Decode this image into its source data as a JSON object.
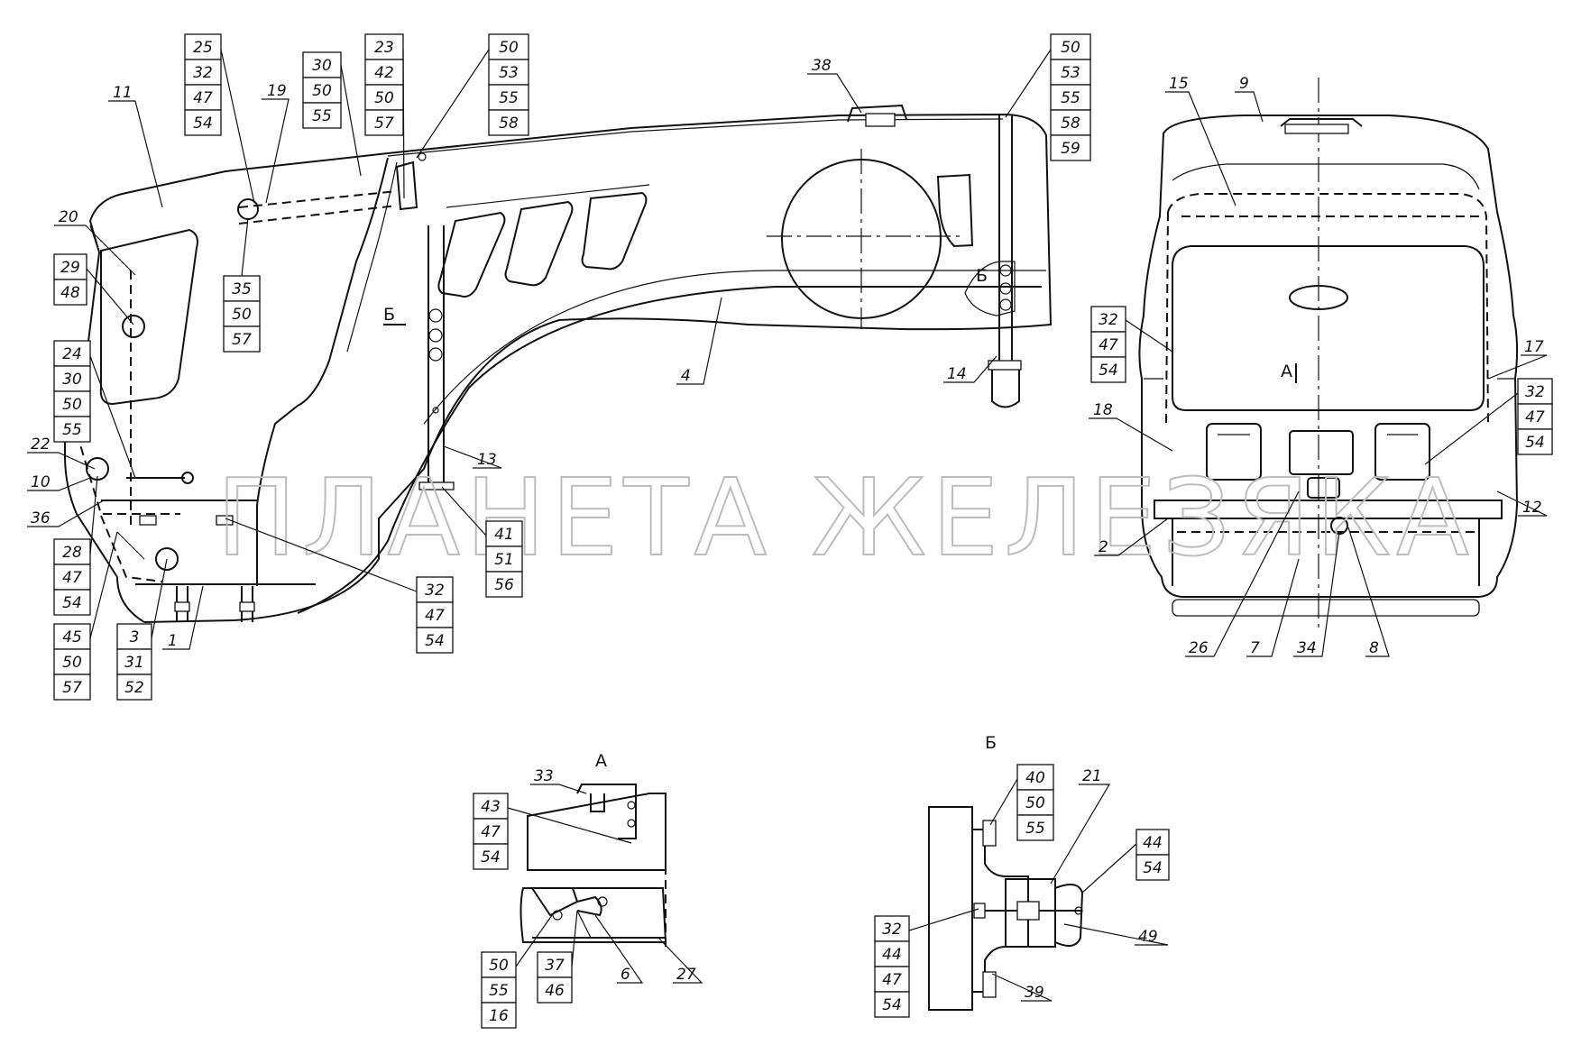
{
  "watermark": "ПЛАНЕТА ЖЕЛЕЗЯКА",
  "views": {
    "detail_a": "А",
    "detail_b": "Б",
    "marker_a": "А",
    "marker_b": "Б"
  },
  "callouts": {
    "c1": [
      "25",
      "32",
      "47",
      "54"
    ],
    "c2": [
      "30",
      "50",
      "55"
    ],
    "c3": [
      "23",
      "42",
      "50",
      "57"
    ],
    "c4": [
      "50",
      "53",
      "55",
      "58"
    ],
    "c5": [
      "50",
      "53",
      "55",
      "58",
      "59"
    ],
    "c6": [
      "35",
      "50",
      "57"
    ],
    "c7": [
      "29",
      "48"
    ],
    "c8": [
      "24",
      "30",
      "50",
      "55"
    ],
    "c9": [
      "28",
      "47",
      "54"
    ],
    "c10": [
      "45",
      "50",
      "57"
    ],
    "c11": [
      "3",
      "31",
      "52"
    ],
    "c12": [
      "32",
      "47",
      "54"
    ],
    "c13": [
      "41",
      "51",
      "56"
    ],
    "c14": [
      "32",
      "47",
      "54"
    ],
    "c15": [
      "32",
      "47",
      "54"
    ],
    "c16": [
      "43",
      "47",
      "54"
    ],
    "c17": [
      "50",
      "55",
      "16"
    ],
    "c18": [
      "37",
      "46"
    ],
    "c19": [
      "40",
      "50",
      "55"
    ],
    "c20": [
      "44",
      "54"
    ],
    "c21": [
      "32",
      "44",
      "47",
      "54"
    ]
  },
  "labels": {
    "l11": "11",
    "l19": "19",
    "l20": "20",
    "l22": "22",
    "l10": "10",
    "l36": "36",
    "l1": "1",
    "l13": "13",
    "l4": "4",
    "l38": "38",
    "l14": "14",
    "l9": "9",
    "l15": "15",
    "l17": "17",
    "l18": "18",
    "l12": "12",
    "l2": "2",
    "l26": "26",
    "l7": "7",
    "l34": "34",
    "l8": "8",
    "l33": "33",
    "l6": "6",
    "l27": "27",
    "l21": "21",
    "l49": "49",
    "l39": "39"
  }
}
